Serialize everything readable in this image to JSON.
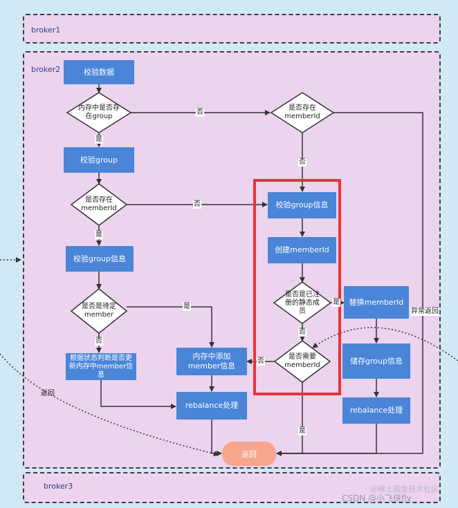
{
  "frames": {
    "broker1": "broker1",
    "broker2": "broker2",
    "broker3": "broker3"
  },
  "nodes": {
    "check_data": "校验数据",
    "memory_has_group": "内存中是否存在group",
    "check_group": "校验group",
    "has_memberid_left": "是否存在memberId",
    "check_group_info_left": "校验group信息",
    "is_pending_member": "是否是待定member",
    "update_by_state": "根据状态判断是否更新内存中member信息",
    "add_member_info": "内存中添加member信息",
    "rebalance_mid": "rebalance处理",
    "return_oval": "返回",
    "has_memberid_top": "是否存在memberId",
    "check_group_info_mid": "校验group信息",
    "create_memberid": "创建memberId",
    "is_registered_static": "是否是已注册的静态成员",
    "need_memberid": "是否需要memberId",
    "replace_memberid": "替换memberId",
    "store_group_info": "储存group信息",
    "rebalance_right": "rebalance处理"
  },
  "edge_labels": {
    "no_top": "否",
    "yes_group": "是",
    "no_memberid_top": "否",
    "no_left_to_mid": "否",
    "yes_left": "是",
    "yes_pending": "是",
    "no_pending": "否",
    "yes_registered": "是",
    "no_registered": "否",
    "no_need": "否",
    "yes_need": "是",
    "abnormal_return": "异常返回",
    "return_left": "返回"
  },
  "watermark": "CSDN @小飞侠fly",
  "watermark_faint": "@稀土掘金技术社区",
  "colors": {
    "background": "#cfeaf6",
    "frame_fill": "#ecd3ee",
    "process_box": "#4a85d8",
    "return_oval": "#f7a58c",
    "highlight": "#e8333a"
  }
}
